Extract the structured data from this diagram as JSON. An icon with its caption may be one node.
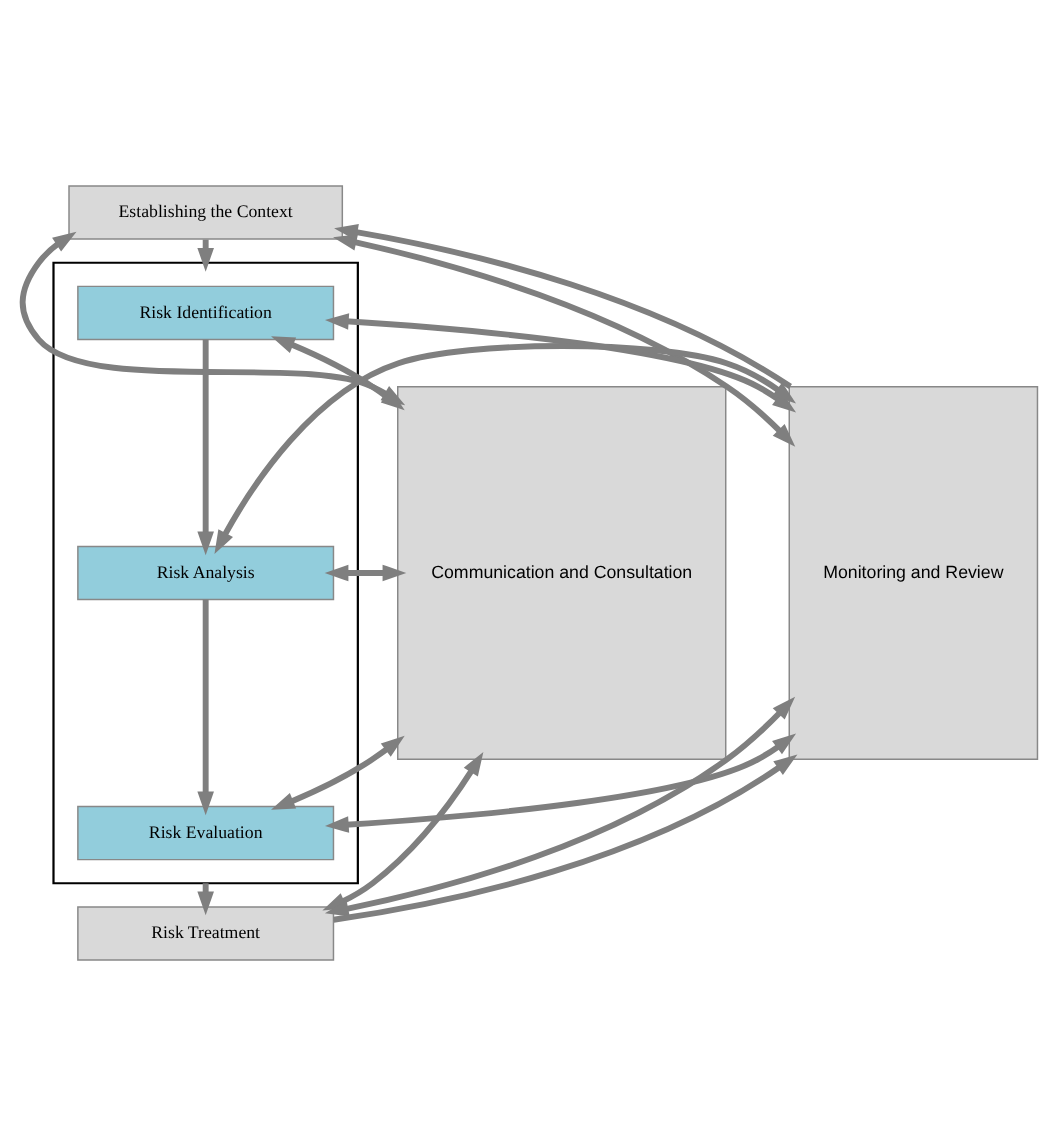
{
  "diagram": {
    "nodes": [
      {
        "text": [
          "Communication and Consultation"
        ]
      },
      {
        "text": [
          "Establishing the Context"
        ]
      },
      {
        "text": [],
        "shape": "box"
      },
      {
        "text": [
          "Risk Identification"
        ],
        "in": 2
      },
      {
        "text": [
          "Risk Analysis"
        ],
        "in": 2
      },
      {
        "text": [
          "Risk Evaluation"
        ],
        "in": 2
      },
      {
        "text": [
          "Risk Treatment"
        ]
      },
      {
        "text": [
          "Monitoring and Review"
        ]
      }
    ],
    "edges": [
      {
        "from": 0,
        "to": 1,
        "arrow": "both"
      },
      {
        "from": 1,
        "to": 7,
        "arrow": "both"
      },
      {
        "from": 0,
        "to": 3,
        "arrow": "both"
      },
      {
        "from": 3,
        "to": 7,
        "arrow": "both"
      },
      {
        "from": 0,
        "to": 4,
        "arrow": "both"
      },
      {
        "from": 4,
        "to": 7,
        "arrow": "both"
      },
      {
        "from": 0,
        "to": 5,
        "arrow": "both"
      },
      {
        "from": 5,
        "to": 7,
        "arrow": "both"
      },
      {
        "from": 0,
        "to": 6,
        "arrow": "both"
      },
      {
        "from": 6,
        "to": 7,
        "arrow": "both"
      },
      {
        "from": 1,
        "to": 2,
        "arrow": "to"
      },
      {
        "from": 3,
        "to": 4,
        "arrow": "to"
      },
      {
        "from": 4,
        "to": 5,
        "arrow": "to"
      },
      {
        "from": 2,
        "to": 6,
        "arrow": "to"
      },
      {
        "from": 7,
        "to": 1,
        "arrow": "to"
      },
      {
        "from": 6,
        "to": 7,
        "arrow": "to"
      }
    ]
  }
}
